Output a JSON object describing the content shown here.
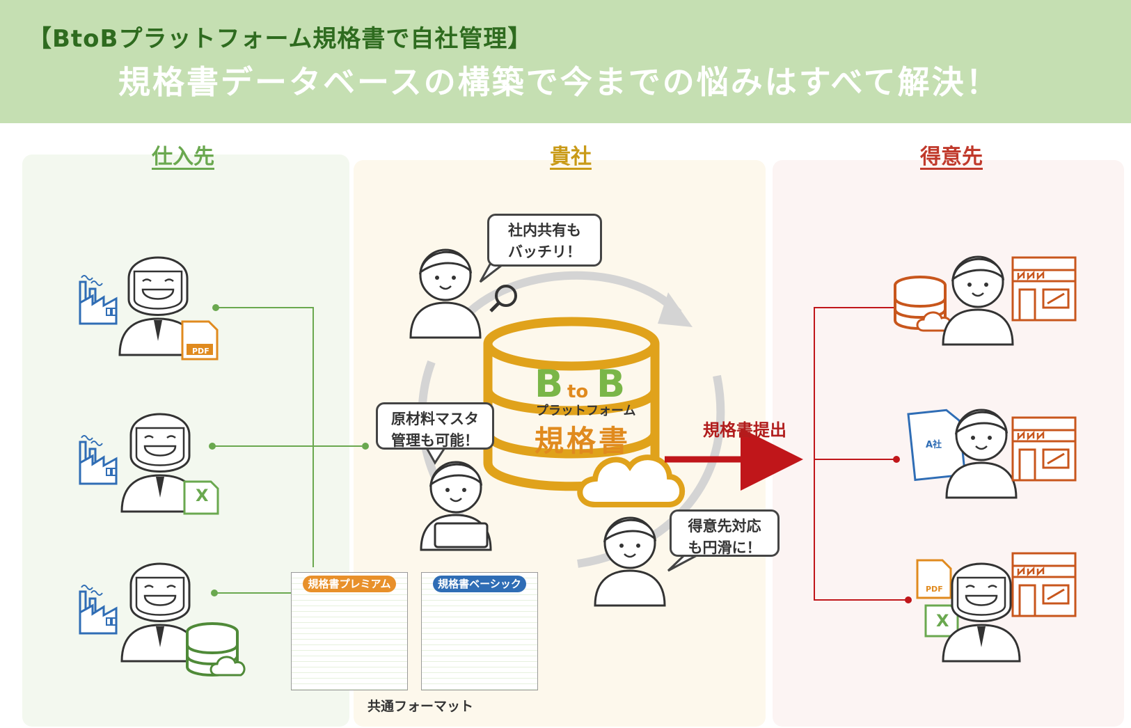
{
  "header": {
    "subtitle": "【BtoBプラットフォーム規格書で自社管理】",
    "title": "規格書データベースの構築で今までの悩みはすべて解決！"
  },
  "columns": {
    "supplier": "仕入先",
    "own": "貴社",
    "customer": "得意先"
  },
  "bubbles": {
    "share_line1": "社内共有も",
    "share_line2": "バッチリ！",
    "master_line1": "原材料マスタ",
    "master_line2": "管理も可能！",
    "customer_line1": "得意先対応",
    "customer_line2": "も円滑に！"
  },
  "logo": {
    "b1": "B",
    "to": "to",
    "b2": "B",
    "platform": "プラットフォーム",
    "kikaku": "規格書"
  },
  "flow": {
    "submit": "規格書提出"
  },
  "formats": {
    "premium": "規格書プレミアム",
    "basic": "規格書ベーシック",
    "common": "共通フォーマット"
  },
  "file_icons": {
    "pdf": "PDF",
    "excel": "X",
    "company_a": "A社"
  },
  "colors": {
    "green": "#6aa84f",
    "gold": "#c99a17",
    "red": "#b11d1d",
    "orange": "#e08a1e",
    "blue": "#2f6db5"
  }
}
